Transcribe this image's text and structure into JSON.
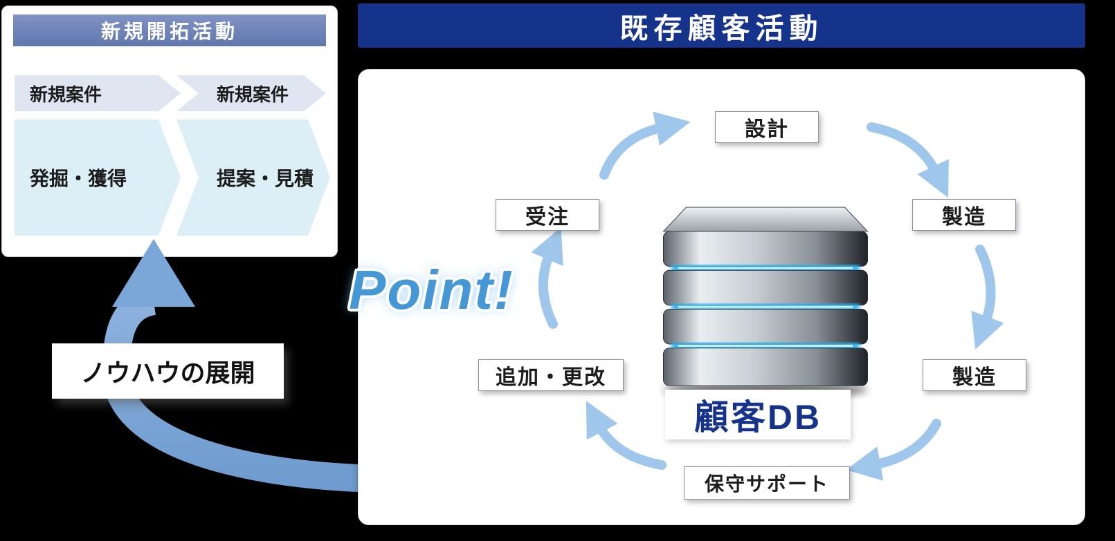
{
  "left_panel": {
    "title": "新規開拓活動",
    "row1": [
      "新規案件",
      "新規案件"
    ],
    "row2": [
      "発掘・獲得",
      "提案・見積"
    ]
  },
  "right_panel": {
    "title": "既存顧客活動",
    "cycle_labels": {
      "top": "設計",
      "right_top": "製造",
      "right_bottom": "製造",
      "bottom": "保守サポート",
      "left_bottom": "追加・更改",
      "left_top": "受注"
    },
    "db_label": "顧客DB"
  },
  "annotations": {
    "point": "Point!",
    "knowhow": "ノウハウの展開"
  },
  "colors": {
    "left_header_blue": "#6e82b8",
    "right_header_navy": "#16338b",
    "chevron_row1": "#dfe5f1",
    "chevron_row2": "#dceef6",
    "big_arrow_blue": "#7aa6d8",
    "cycle_arrow_blue": "#9fc7eb",
    "point_blue": "#4697d6",
    "db_label_navy": "#16338b",
    "db_glow_blue": "#25b3f2"
  }
}
